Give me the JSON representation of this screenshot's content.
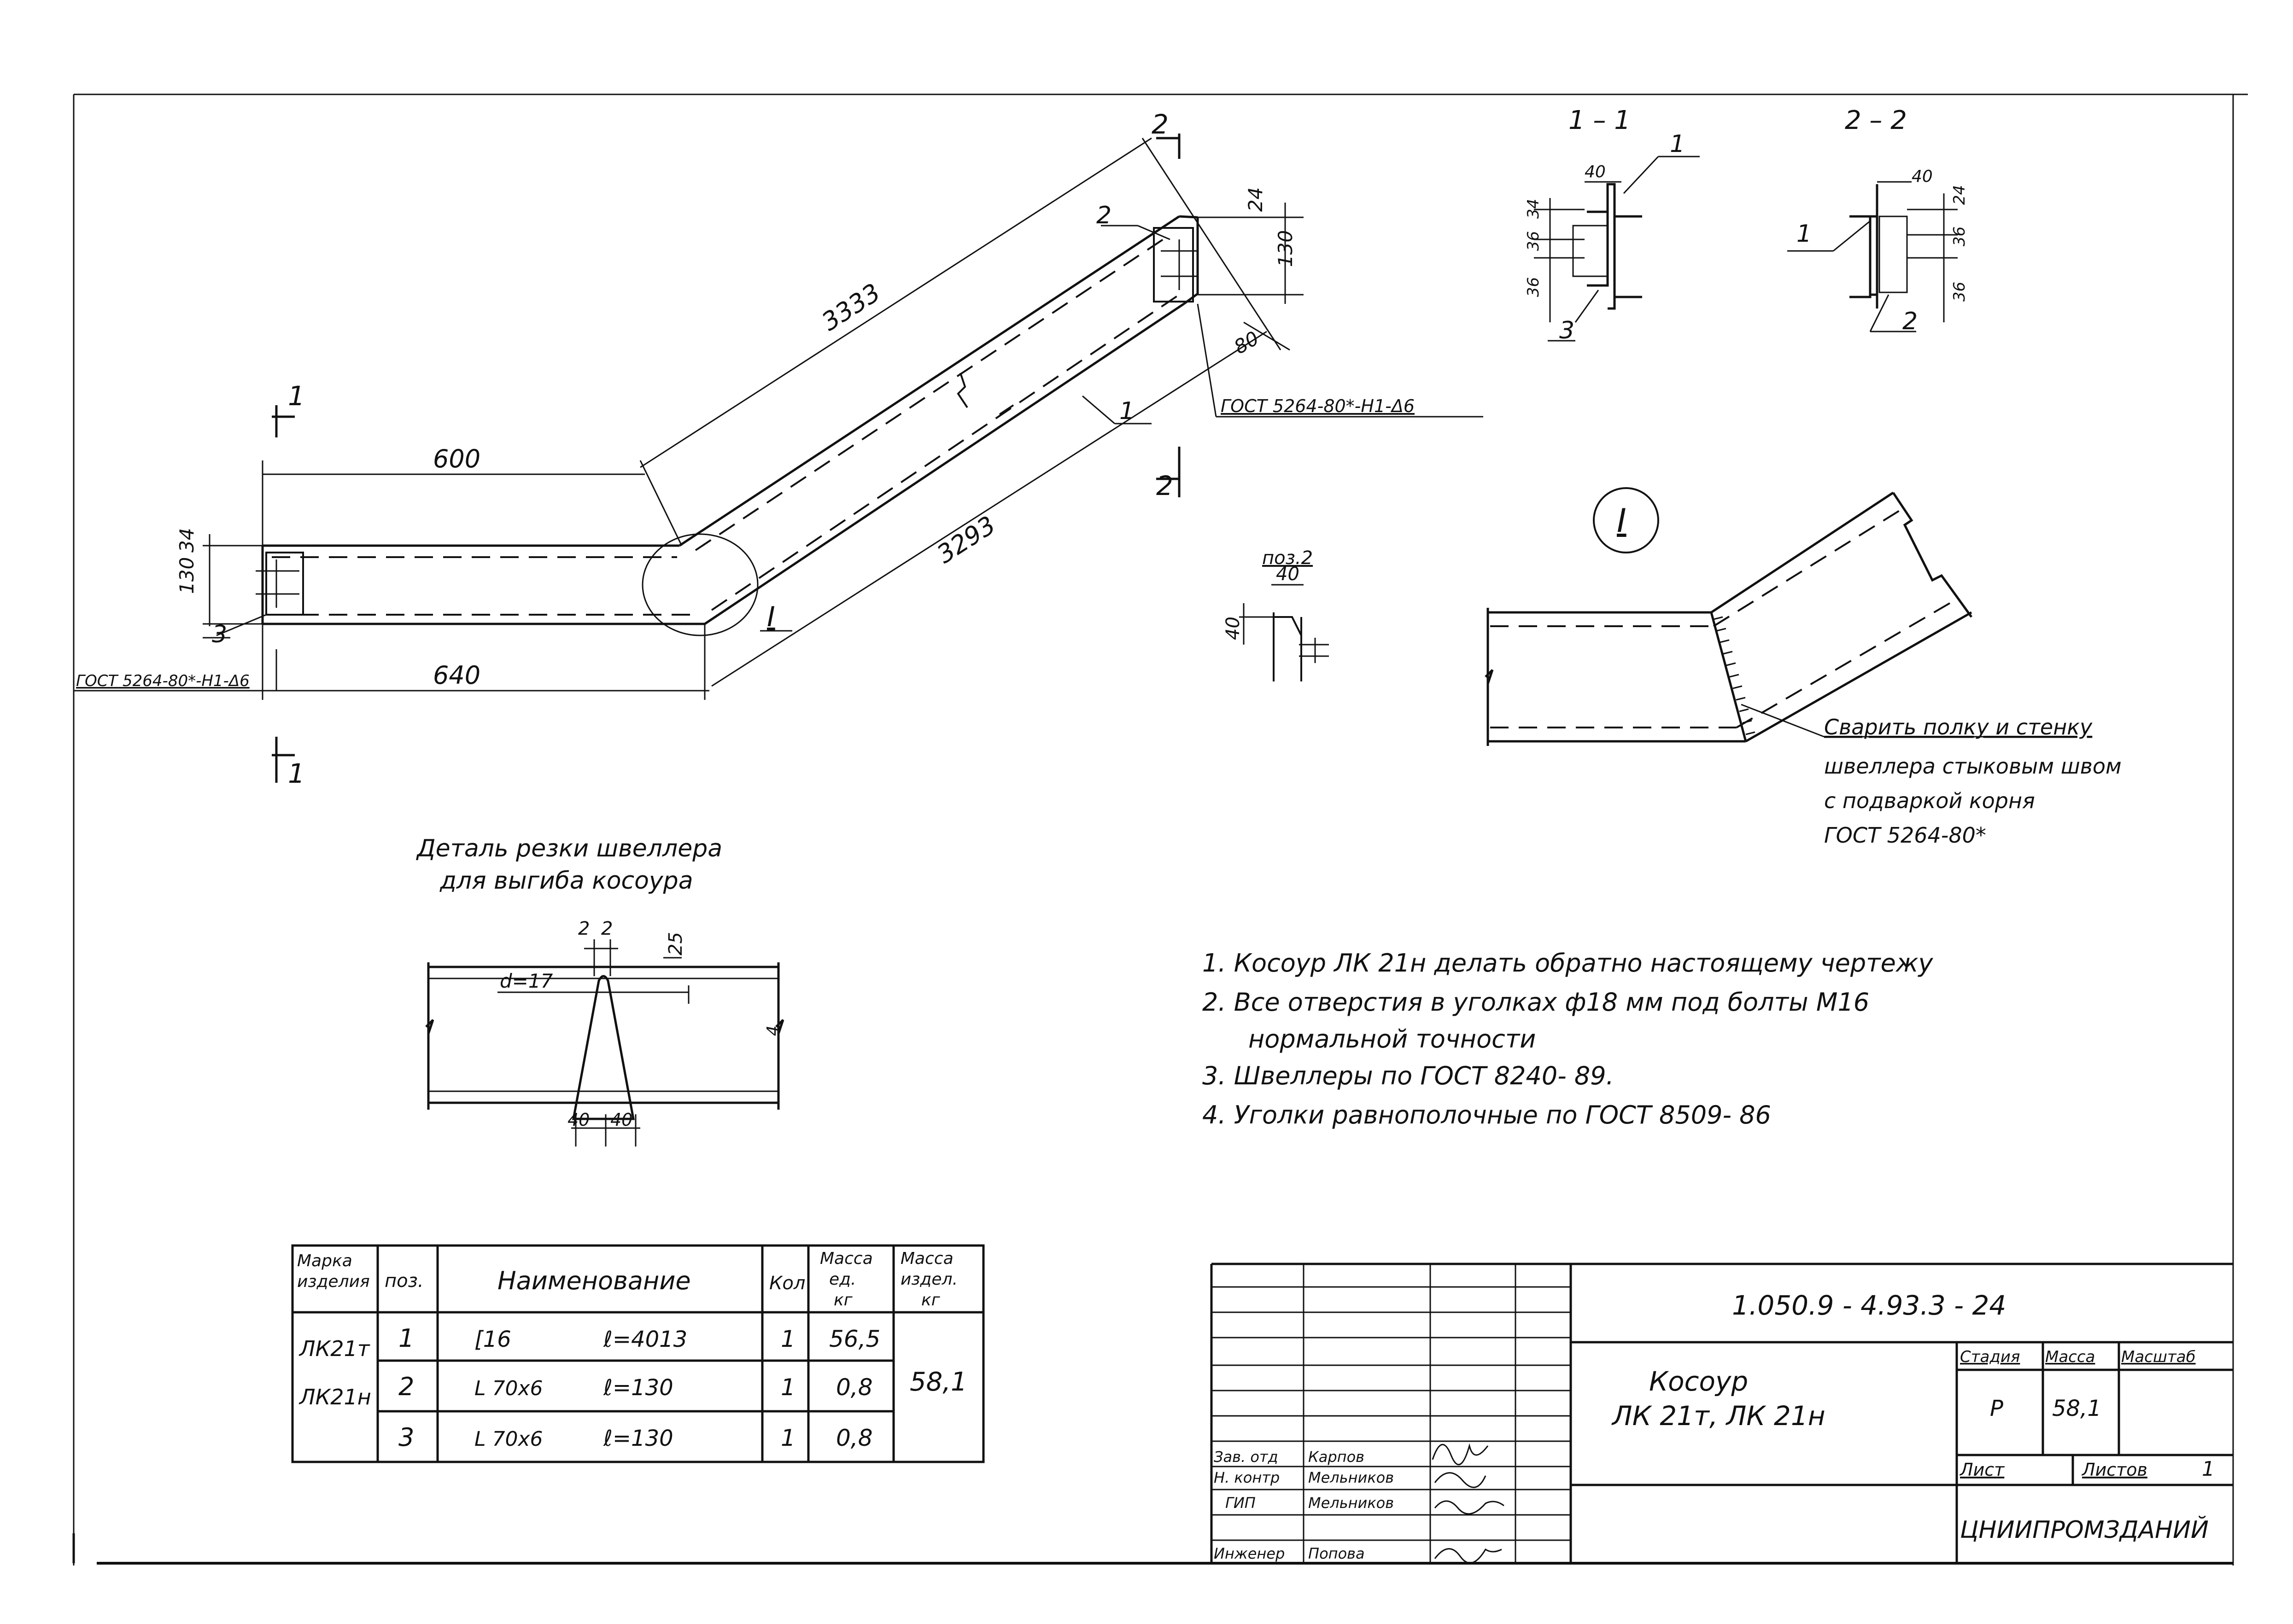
{
  "dim": {
    "d600": "600",
    "d640": "640",
    "d3333": "3333",
    "d3293": "3293",
    "d34a": "34",
    "d130a": "130",
    "d24": "24",
    "d130b": "130",
    "d80": "80",
    "d40a": "40",
    "d40b": "40",
    "d2a": "2",
    "d2b": "2",
    "d25": "25",
    "d4": "4",
    "d40c": "40",
    "d40d": "40",
    "d17": "d=17",
    "s40": "40",
    "s34": "34",
    "s36a": "36",
    "s36b": "36",
    "s40b": "40",
    "s24": "24",
    "s36c": "36",
    "s36d": "36"
  },
  "callouts": {
    "pos1": "1",
    "pos2": "2",
    "pos3": "3",
    "s11_1": "1",
    "s11_3": "3",
    "s22_1": "1",
    "s22_2": "2",
    "cut1_top": "1",
    "cut1_bot": "1",
    "cut2_top": "2",
    "cut2_bot": "2",
    "node": "I",
    "node_ref": "I"
  },
  "sections": {
    "s11": "1 – 1",
    "s22": "2 – 2"
  },
  "weld": {
    "left": "ГОСТ 5264-80*-Н1-Δ6",
    "right": "ГОСТ 5264-80*-Н1-Δ6"
  },
  "pos2_label": "поз.2",
  "node_note": [
    "Сварить полку и стенку",
    "швеллера стыковым швом",
    "с подваркой корня",
    "ГОСТ 5264-80*"
  ],
  "detail_title": [
    "Деталь резки швеллера",
    "для выгиба косоура"
  ],
  "notes": [
    "1.  Косоур ЛК 21н  делать обратно настоящему чертежу",
    "2.  Все отверстия в уголках ф18 мм под болты М16",
    "нормальной точности",
    "3.  Швеллеры по ГОСТ 8240- 89.",
    "4.  Уголки равнополочные по ГОСТ 8509- 86"
  ],
  "spec": {
    "headers": {
      "mark": [
        "Марка",
        "изделия"
      ],
      "pos": "поз.",
      "name": "Наименование",
      "qty": "Кол",
      "unit": [
        "Масса",
        "ед.",
        "кг"
      ],
      "total": [
        "Масса",
        "издел.",
        "кг"
      ]
    },
    "marks": [
      "ЛК21т",
      "ЛК21н"
    ],
    "rows": [
      {
        "pos": "1",
        "profile": "[16",
        "length": "ℓ=4013",
        "qty": "1",
        "unit_mass": "56,5"
      },
      {
        "pos": "2",
        "profile": "L 70x6",
        "length": "ℓ=130",
        "qty": "1",
        "unit_mass": "0,8"
      },
      {
        "pos": "3",
        "profile": "L 70x6",
        "length": "ℓ=130",
        "qty": "1",
        "unit_mass": "0,8"
      }
    ],
    "total_mass": "58,1"
  },
  "title_block": {
    "code": "1.050.9 - 4.93.3 - 24",
    "title": [
      "Косоур",
      "ЛК 21т,  ЛК 21н"
    ],
    "stage_hdr": "Стадия",
    "mass_hdr": "Масса",
    "scale_hdr": "Масштаб",
    "stage": "Р",
    "mass": "58,1",
    "scale": "",
    "sheet_lbl": "Лист",
    "sheets_lbl": "Листов",
    "sheets": "1",
    "org": "ЦНИИПРОМЗДАНИЙ",
    "roles": [
      "Зав. отд",
      "Н. контр",
      "ГИП",
      "Инженер"
    ],
    "names": [
      "Карпов",
      "Мельников",
      "Мельников",
      "Попова"
    ]
  }
}
